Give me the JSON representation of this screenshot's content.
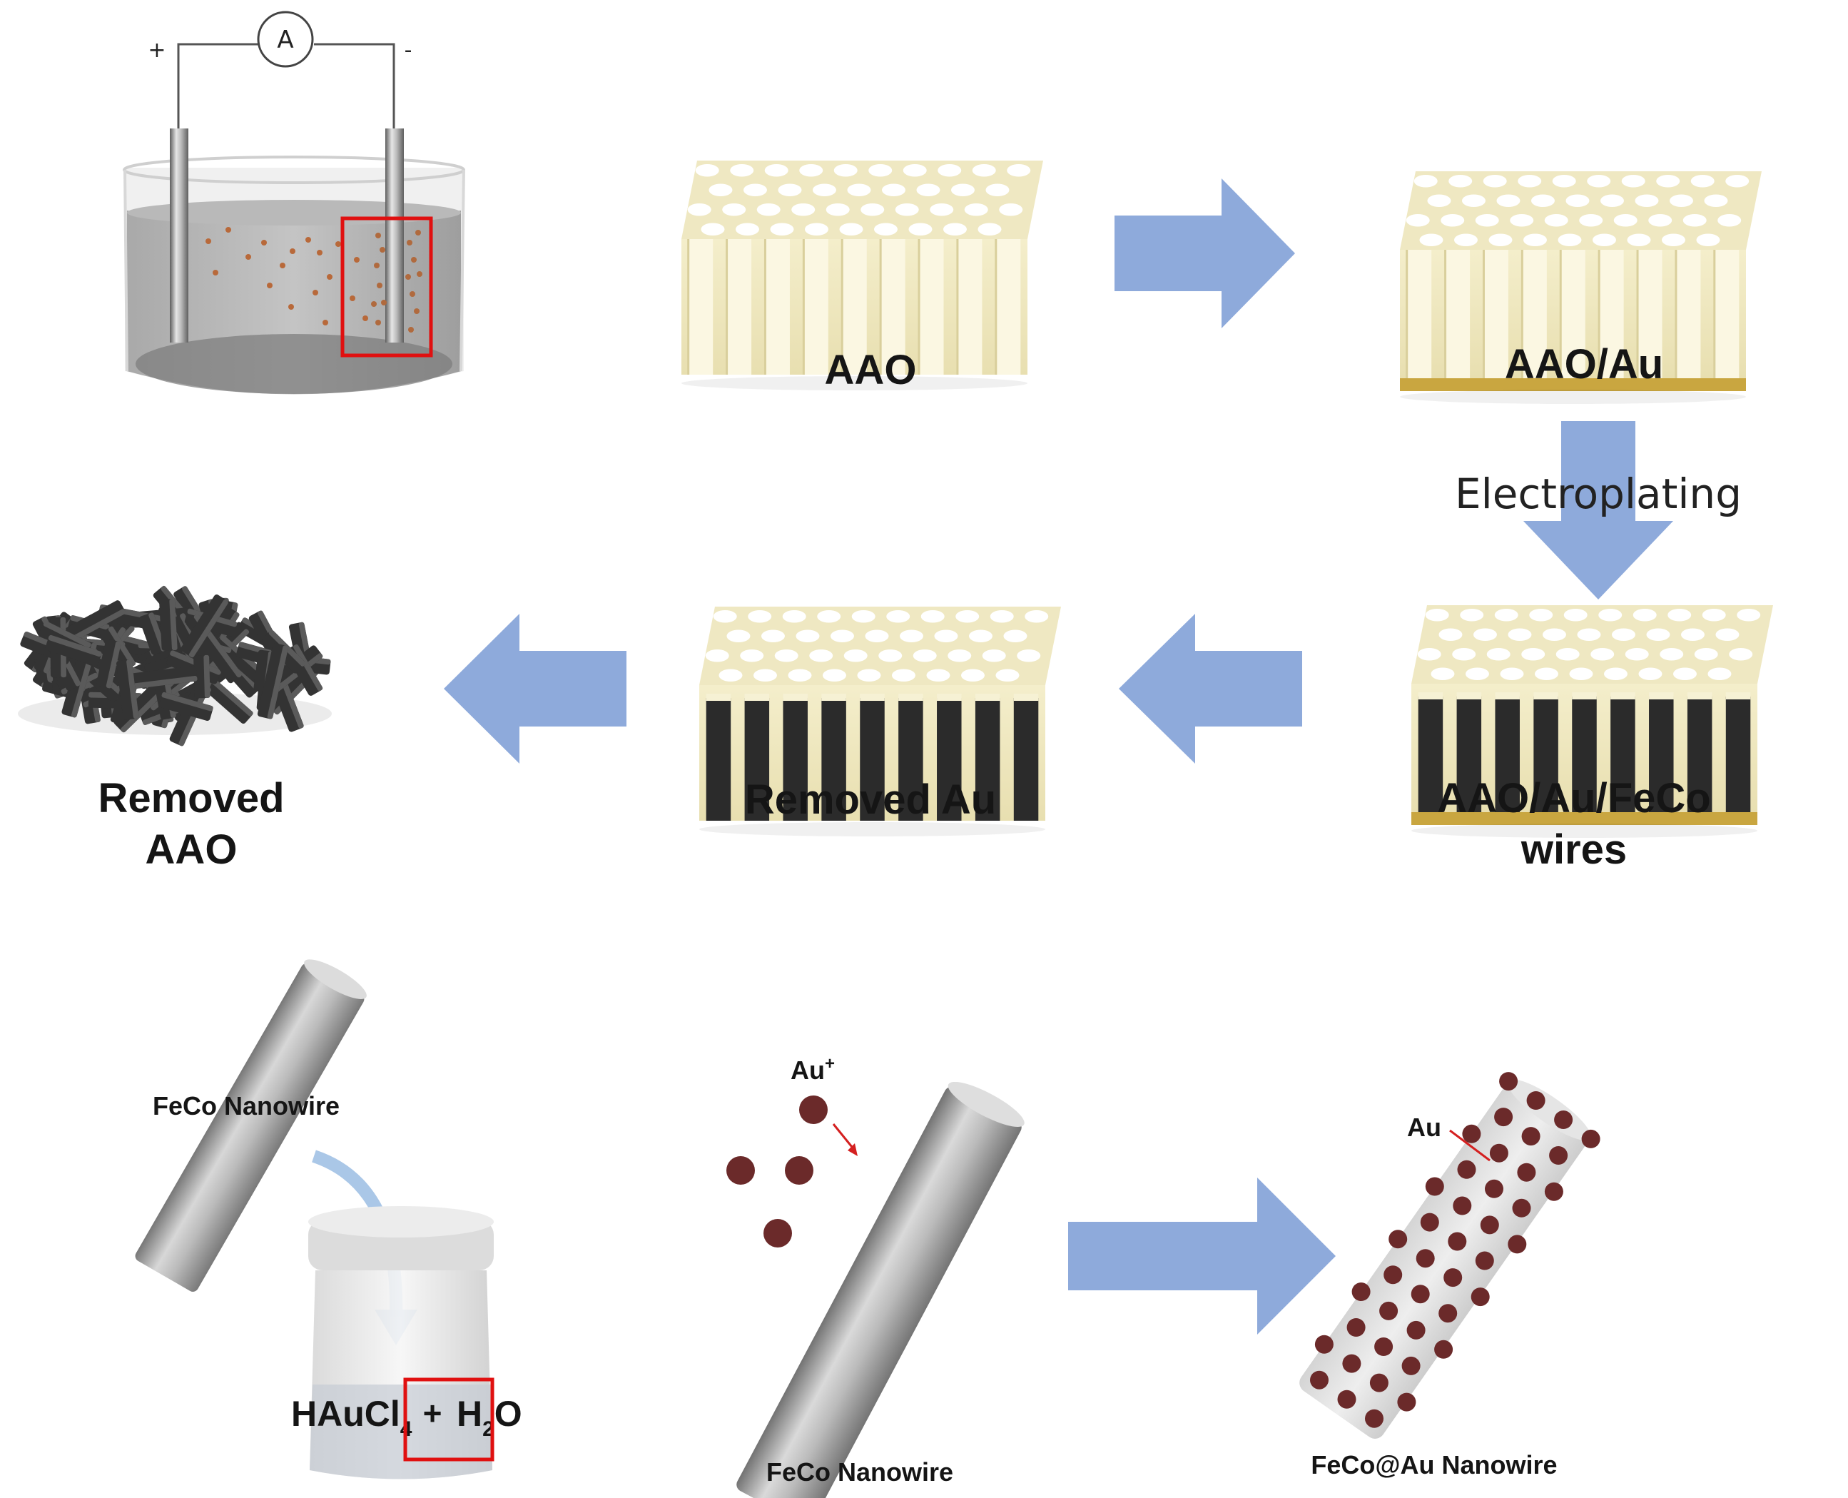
{
  "labels": {
    "ammeter": "A",
    "plus": "+",
    "minus": "-",
    "aao": "AAO",
    "aao_au": "AAO/Au",
    "electroplating": "Electroplating",
    "aao_au_feco_line1": "AAO/Au/FeCo",
    "aao_au_feco_line2": "wires",
    "removed_au": "Removed Au",
    "removed_aao_line1": "Removed",
    "removed_aao_line2": "AAO",
    "feco_nanowire_left": "FeCo Nanowire",
    "haucl": "HAuCl",
    "sub4": "4",
    "plus_sign": "+",
    "h": "H",
    "sub2": "2",
    "o": "O",
    "au_ion": "Au",
    "au_ion_sup": "+",
    "feco_nanowire_mid": "FeCo Nanowire",
    "au_label": "Au",
    "feco_au_nanowire": "FeCo@Au Nanowire"
  },
  "colors": {
    "arrow": "#8eaadb",
    "aao_body": "#f0e9c3",
    "gold_layer": "#c9a640",
    "feco_fill": "#2b2b2b",
    "highlight_box": "#e01010",
    "au_particle": "#6b2a2a",
    "solution_particle": "#b8693a"
  }
}
